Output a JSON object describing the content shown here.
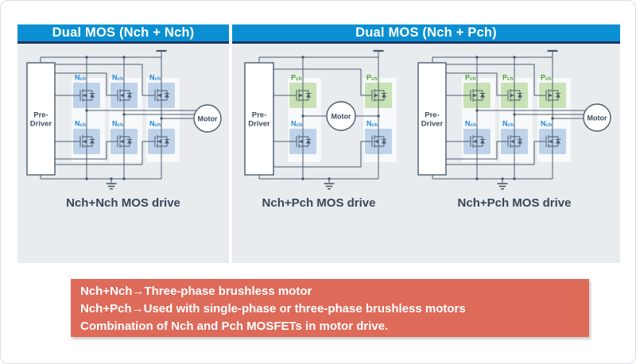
{
  "card": {
    "panels": [
      {
        "title": "Dual MOS (Nch + Nch)",
        "circuits": [
          {
            "pre_driver_lines": [
              "Pre-",
              "Driver"
            ],
            "motor_label": "Motor",
            "caption": "Nch+Nch MOS drive",
            "fets_top": [
              "Nch",
              "Nch",
              "Nch"
            ],
            "fets_bottom": [
              "Nch",
              "Nch",
              "Nch"
            ]
          }
        ]
      },
      {
        "title": "Dual MOS (Nch + Pch)",
        "circuits": [
          {
            "pre_driver_lines": [
              "Pre-",
              "Driver"
            ],
            "motor_label": "Motor",
            "caption": "Nch+Pch MOS drive",
            "fets_top": [
              "Pch",
              "Pch"
            ],
            "fets_bottom": [
              "Nch",
              "Nch"
            ]
          },
          {
            "pre_driver_lines": [
              "Pre-",
              "Driver"
            ],
            "motor_label": "Motor",
            "caption": "Nch+Pch MOS drive",
            "fets_top": [
              "Pch",
              "Pch",
              "Pch"
            ],
            "fets_bottom": [
              "Nch",
              "Nch",
              "Nch"
            ]
          }
        ]
      }
    ],
    "note_lines": [
      "Nch+Nch→Three-phase brushless motor",
      "Nch+Pch→Used with single-phase or three-phase brushless motors",
      "Combination of Nch and Pch MOSFETs in motor drive."
    ],
    "colors": {
      "header_bg": "#0a90d2",
      "header_border": "#1d3566",
      "panel_bg": "#e8ecef",
      "note_bg": "#de6a59",
      "wire": "#4c5c6c",
      "text_dark": "#3d4c60",
      "nch_label": "#2089d8",
      "pch_label": "#4fa02d",
      "nch_box": "#bed3ea",
      "pch_box": "#c9e2b5",
      "strip": "#f7f9fb"
    }
  }
}
